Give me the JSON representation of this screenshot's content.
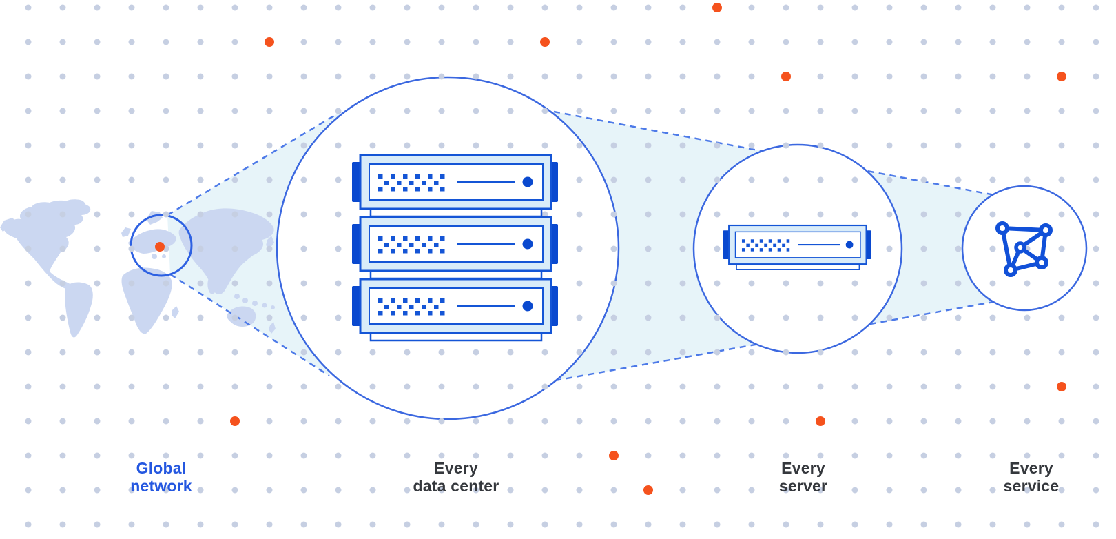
{
  "diagram_title": "network zoom diagram",
  "stages": [
    {
      "name": "global-network",
      "label_line1": "Global",
      "label_line2": "network",
      "label_color": "#2457e0"
    },
    {
      "name": "every-data-center",
      "label_line1": "Every",
      "label_line2": "data center",
      "label_color": "#35383d"
    },
    {
      "name": "every-server",
      "label_line1": "Every",
      "label_line2": "server",
      "label_color": "#35383d"
    },
    {
      "name": "every-service",
      "label_line1": "Every",
      "label_line2": "service",
      "label_color": "#35383d"
    }
  ],
  "icons": {
    "global_network": "world-map-with-orange-location-marker-in-circle",
    "every_data_center": "stack-of-3-rack-servers-in-circle",
    "every_server": "single-rack-server-in-circle",
    "every_service": "mesh-network-graph-icon-in-circle"
  },
  "colors": {
    "background": "#ffffff",
    "grid_dot": "#c6cfe2",
    "accent_orange": "#f5521d",
    "map_fill": "#cbd7f1",
    "ribbon_teal": "#e7f4f9",
    "dashed_line_blue": "#4d7ae8",
    "circle_stroke_blue": "#3b68e0",
    "server_outline_blue": "#1455d6",
    "server_dark_blue": "#0a49cf",
    "server_body_fill": "#d9ecf9",
    "label_dark": "#35383d",
    "label_blue": "#2457e0"
  }
}
